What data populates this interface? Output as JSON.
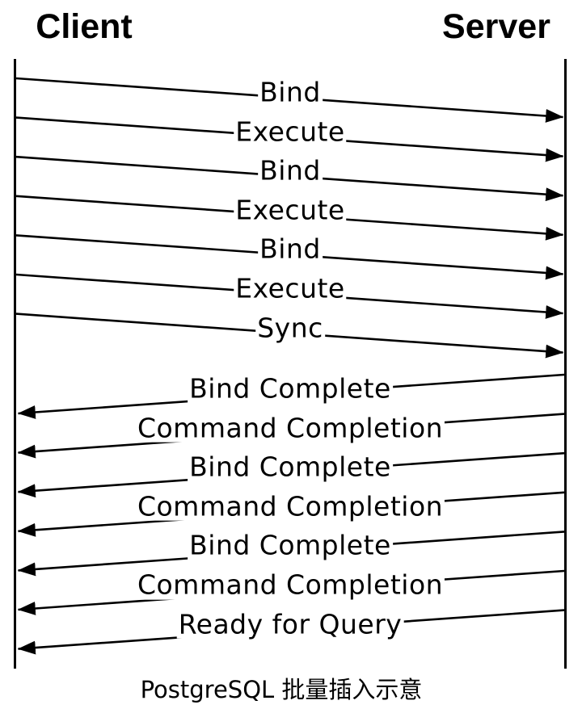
{
  "diagram": {
    "type": "sequence-diagram",
    "participants": {
      "client_label": "Client",
      "server_label": "Server"
    },
    "caption": "PostgreSQL 批量插入示意",
    "colors": {
      "line": "#000000",
      "text": "#000000",
      "background": "#ffffff"
    },
    "messages": [
      {
        "label": "Bind",
        "from": "client",
        "to": "server"
      },
      {
        "label": "Execute",
        "from": "client",
        "to": "server"
      },
      {
        "label": "Bind",
        "from": "client",
        "to": "server"
      },
      {
        "label": "Execute",
        "from": "client",
        "to": "server"
      },
      {
        "label": "Bind",
        "from": "client",
        "to": "server"
      },
      {
        "label": "Execute",
        "from": "client",
        "to": "server"
      },
      {
        "label": "Sync",
        "from": "client",
        "to": "server"
      },
      {
        "label": "Bind Complete",
        "from": "server",
        "to": "client"
      },
      {
        "label": "Command Completion",
        "from": "server",
        "to": "client"
      },
      {
        "label": "Bind Complete",
        "from": "server",
        "to": "client"
      },
      {
        "label": "Command Completion",
        "from": "server",
        "to": "client"
      },
      {
        "label": "Bind Complete",
        "from": "server",
        "to": "client"
      },
      {
        "label": "Command Completion",
        "from": "server",
        "to": "client"
      },
      {
        "label": "Ready for Query",
        "from": "server",
        "to": "client"
      }
    ]
  }
}
